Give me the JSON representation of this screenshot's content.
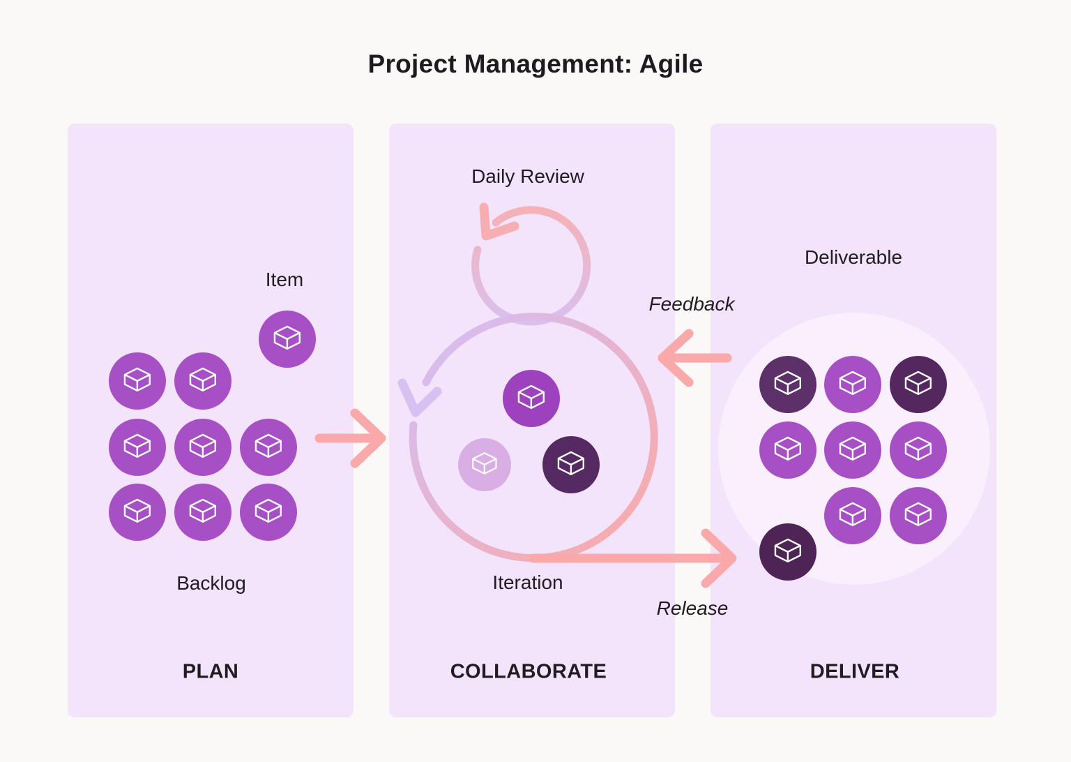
{
  "title": "Project Management: Agile",
  "plan": {
    "stage_label": "PLAN",
    "item_label": "Item",
    "backlog_label": "Backlog",
    "item_circle": "purple",
    "grid": [
      [
        "purple",
        "purple",
        null
      ],
      [
        "purple",
        "purple",
        "purple"
      ],
      [
        "purple",
        "purple",
        "purple"
      ]
    ]
  },
  "collaborate": {
    "stage_label": "COLLABORATE",
    "daily_review_label": "Daily Review",
    "iteration_label": "Iteration",
    "items": [
      "purpleBright",
      "lilac",
      "darkPlum"
    ]
  },
  "deliver": {
    "stage_label": "DELIVER",
    "deliverable_label": "Deliverable",
    "grid": [
      [
        "darkA",
        "purple",
        "darkB"
      ],
      [
        "purple",
        "purple",
        "purple"
      ],
      [
        null,
        "purple",
        "purple"
      ]
    ],
    "extra_item": "darkC"
  },
  "arrows": {
    "feedback_label": "Feedback",
    "release_label": "Release"
  },
  "icons": {
    "circle_icon": "box-icon"
  },
  "colors": {
    "purple": "#a750c6",
    "purpleBright": "#9e41bf",
    "lilac": "#d9aee4",
    "darkPlum": "#552a62",
    "darkA": "#5d3069",
    "darkB": "#54285f",
    "darkC": "#4e2456",
    "salmon": "#f9a9a9",
    "salmonSoft": "#f6aeb3",
    "arrowLavender": "#d7c0f2",
    "loopLavender": "#d6bdf2",
    "loopPink": "#f7abad",
    "gradPinkTop": "#f5b1b6",
    "gradLavBottom": "#d9c0ef",
    "panel": "#f3e4fb",
    "halo": "#faeffc",
    "background": "#faf9f7",
    "text": "#1d1a20"
  }
}
